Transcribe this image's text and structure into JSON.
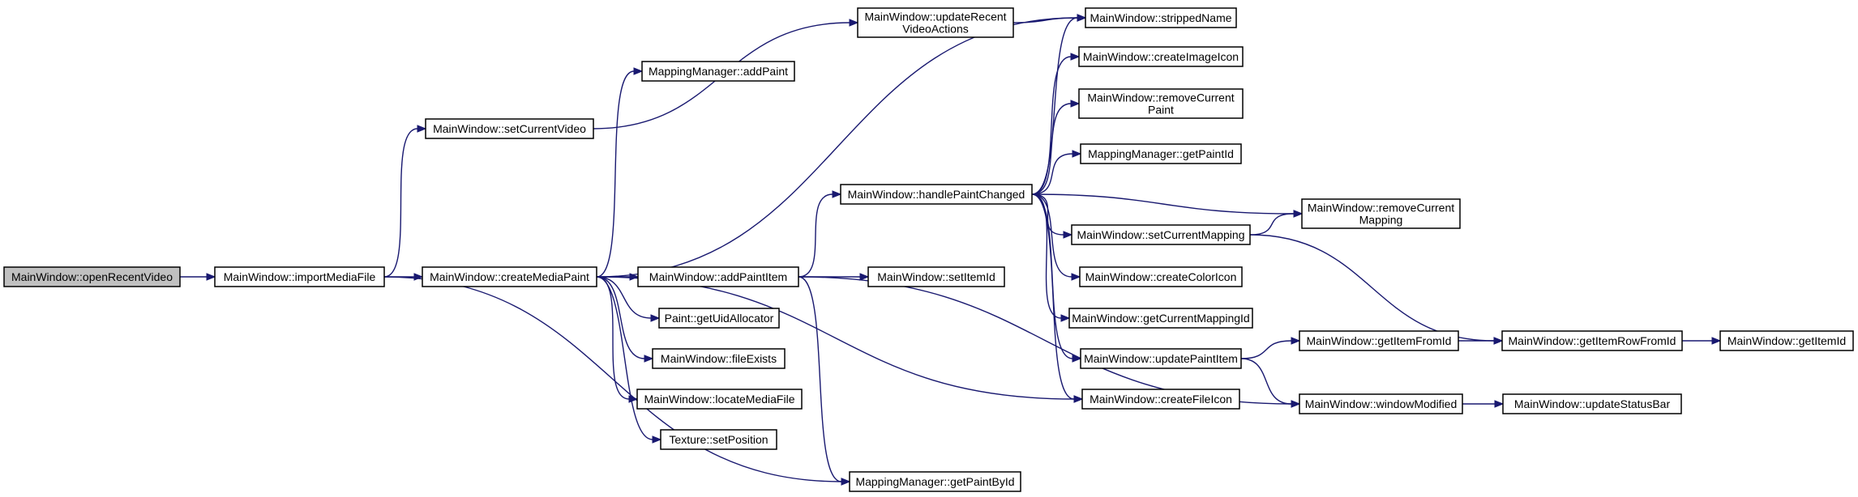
{
  "nodes": [
    {
      "id": "openRecentVideo",
      "lines": [
        "MainWindow::openRecentVideo"
      ],
      "root": true
    },
    {
      "id": "importMediaFile",
      "lines": [
        "MainWindow::importMediaFile"
      ]
    },
    {
      "id": "setCurrentVideo",
      "lines": [
        "MainWindow::setCurrentVideo"
      ]
    },
    {
      "id": "createMediaPaint",
      "lines": [
        "MainWindow::createMediaPaint"
      ]
    },
    {
      "id": "updateRecentVideoActions",
      "lines": [
        "MainWindow::updateRecent",
        "VideoActions"
      ]
    },
    {
      "id": "strippedName",
      "lines": [
        "MainWindow::strippedName"
      ]
    },
    {
      "id": "mmAddPaint",
      "lines": [
        "MappingManager::addPaint"
      ]
    },
    {
      "id": "addPaintItem",
      "lines": [
        "MainWindow::addPaintItem"
      ]
    },
    {
      "id": "getUidAllocator",
      "lines": [
        "Paint::getUidAllocator"
      ]
    },
    {
      "id": "fileExists",
      "lines": [
        "MainWindow::fileExists"
      ]
    },
    {
      "id": "locateMediaFile",
      "lines": [
        "MainWindow::locateMediaFile"
      ]
    },
    {
      "id": "setPosition",
      "lines": [
        "Texture::setPosition"
      ]
    },
    {
      "id": "getPaintById",
      "lines": [
        "MappingManager::getPaintById"
      ]
    },
    {
      "id": "handlePaintChanged",
      "lines": [
        "MainWindow::handlePaintChanged"
      ]
    },
    {
      "id": "setItemId",
      "lines": [
        "MainWindow::setItemId"
      ]
    },
    {
      "id": "createImageIcon",
      "lines": [
        "MainWindow::createImageIcon"
      ]
    },
    {
      "id": "removeCurrentPaint",
      "lines": [
        "MainWindow::removeCurrent",
        "Paint"
      ]
    },
    {
      "id": "getPaintId",
      "lines": [
        "MappingManager::getPaintId"
      ]
    },
    {
      "id": "setCurrentMapping",
      "lines": [
        "MainWindow::setCurrentMapping"
      ]
    },
    {
      "id": "createColorIcon",
      "lines": [
        "MainWindow::createColorIcon"
      ]
    },
    {
      "id": "getCurrentMappingId",
      "lines": [
        "MainWindow::getCurrentMappingId"
      ]
    },
    {
      "id": "updatePaintItem",
      "lines": [
        "MainWindow::updatePaintItem"
      ]
    },
    {
      "id": "createFileIcon",
      "lines": [
        "MainWindow::createFileIcon"
      ]
    },
    {
      "id": "removeCurrentMapping",
      "lines": [
        "MainWindow::removeCurrent",
        "Mapping"
      ]
    },
    {
      "id": "getItemFromId",
      "lines": [
        "MainWindow::getItemFromId"
      ]
    },
    {
      "id": "getItemRowFromId",
      "lines": [
        "MainWindow::getItemRowFromId"
      ]
    },
    {
      "id": "getItemId",
      "lines": [
        "MainWindow::getItemId"
      ]
    },
    {
      "id": "windowModified",
      "lines": [
        "MainWindow::windowModified"
      ]
    },
    {
      "id": "updateStatusBar",
      "lines": [
        "MainWindow::updateStatusBar"
      ]
    }
  ],
  "edges": [
    {
      "from": "openRecentVideo",
      "to": "importMediaFile"
    },
    {
      "from": "importMediaFile",
      "to": "setCurrentVideo"
    },
    {
      "from": "importMediaFile",
      "to": "createMediaPaint"
    },
    {
      "from": "importMediaFile",
      "to": "getPaintById"
    },
    {
      "from": "setCurrentVideo",
      "to": "updateRecentVideoActions"
    },
    {
      "from": "updateRecentVideoActions",
      "to": "strippedName"
    },
    {
      "from": "createMediaPaint",
      "to": "strippedName"
    },
    {
      "from": "createMediaPaint",
      "to": "mmAddPaint"
    },
    {
      "from": "createMediaPaint",
      "to": "addPaintItem"
    },
    {
      "from": "createMediaPaint",
      "to": "getUidAllocator"
    },
    {
      "from": "createMediaPaint",
      "to": "fileExists"
    },
    {
      "from": "createMediaPaint",
      "to": "locateMediaFile"
    },
    {
      "from": "createMediaPaint",
      "to": "setPosition"
    },
    {
      "from": "createMediaPaint",
      "to": "createFileIcon"
    },
    {
      "from": "addPaintItem",
      "to": "handlePaintChanged"
    },
    {
      "from": "addPaintItem",
      "to": "setItemId"
    },
    {
      "from": "addPaintItem",
      "to": "getPaintById"
    },
    {
      "from": "addPaintItem",
      "to": "windowModified"
    },
    {
      "from": "handlePaintChanged",
      "to": "strippedName"
    },
    {
      "from": "handlePaintChanged",
      "to": "createImageIcon"
    },
    {
      "from": "handlePaintChanged",
      "to": "removeCurrentPaint"
    },
    {
      "from": "handlePaintChanged",
      "to": "getPaintId"
    },
    {
      "from": "handlePaintChanged",
      "to": "removeCurrentMapping"
    },
    {
      "from": "handlePaintChanged",
      "to": "setCurrentMapping"
    },
    {
      "from": "handlePaintChanged",
      "to": "createColorIcon"
    },
    {
      "from": "handlePaintChanged",
      "to": "getCurrentMappingId"
    },
    {
      "from": "handlePaintChanged",
      "to": "updatePaintItem"
    },
    {
      "from": "handlePaintChanged",
      "to": "createFileIcon"
    },
    {
      "from": "setCurrentMapping",
      "to": "removeCurrentMapping"
    },
    {
      "from": "setCurrentMapping",
      "to": "getItemRowFromId"
    },
    {
      "from": "updatePaintItem",
      "to": "getItemFromId"
    },
    {
      "from": "updatePaintItem",
      "to": "windowModified"
    },
    {
      "from": "getItemFromId",
      "to": "getItemRowFromId"
    },
    {
      "from": "getItemRowFromId",
      "to": "getItemId"
    },
    {
      "from": "windowModified",
      "to": "updateStatusBar"
    }
  ]
}
